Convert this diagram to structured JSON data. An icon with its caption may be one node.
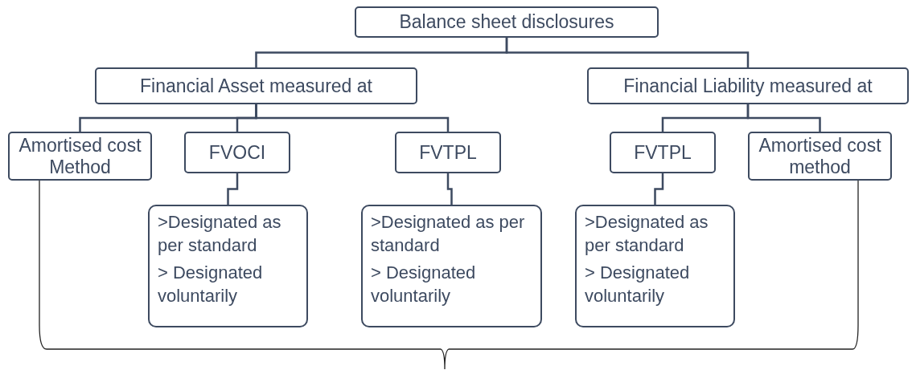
{
  "diagram": {
    "nodes": [
      {
        "text": [
          "Balance sheet disclosures"
        ]
      },
      {
        "text": [
          "Financial Asset measured at"
        ]
      },
      {
        "text": [
          "Financial Liability measured at"
        ]
      },
      {
        "text": [
          "Amortised cost Method"
        ]
      },
      {
        "text": [
          "FVOCI"
        ]
      },
      {
        "text": [
          "FVTPL"
        ]
      },
      {
        "text": [
          "FVTPL"
        ]
      },
      {
        "text": [
          "Amortised cost method"
        ]
      },
      {
        "text": [
          ">Designated as per standard",
          "> Designated voluntarily"
        ]
      },
      {
        "text": [
          ">Designated as per standard",
          "> Designated voluntarily"
        ]
      },
      {
        "text": [
          ">Designated as per standard",
          "> Designated voluntarily"
        ]
      }
    ],
    "edges": [
      {
        "from": 0,
        "to": 1,
        "arrow": "none"
      },
      {
        "from": 0,
        "to": 2,
        "arrow": "none"
      },
      {
        "from": 1,
        "to": 3,
        "arrow": "none"
      },
      {
        "from": 1,
        "to": 4,
        "arrow": "none"
      },
      {
        "from": 1,
        "to": 5,
        "arrow": "none"
      },
      {
        "from": 2,
        "to": 6,
        "arrow": "none"
      },
      {
        "from": 2,
        "to": 7,
        "arrow": "none"
      },
      {
        "from": 4,
        "to": 8,
        "arrow": "none"
      },
      {
        "from": 5,
        "to": 9,
        "arrow": "none"
      },
      {
        "from": 6,
        "to": 10,
        "arrow": "none"
      }
    ]
  }
}
